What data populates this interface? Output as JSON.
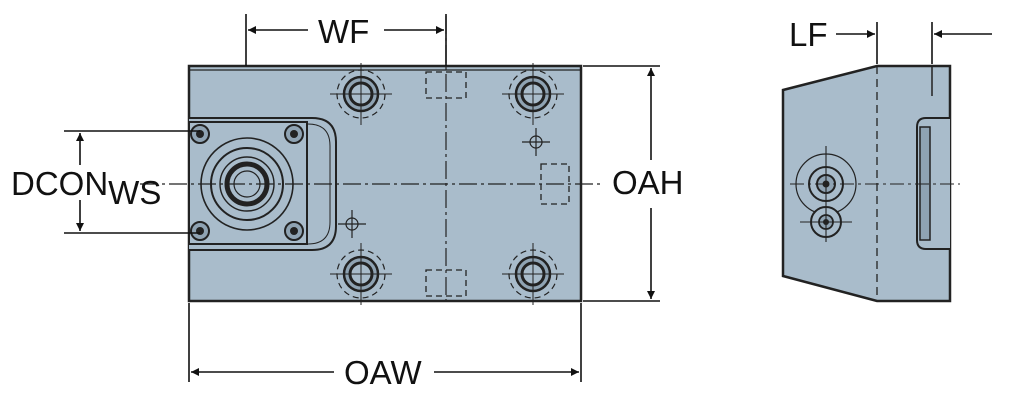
{
  "dimensions": {
    "wf": "WF",
    "lf": "LF",
    "dcon": "DCON",
    "dcon_suffix": "WS",
    "oah": "OAH",
    "oaw": "OAW"
  },
  "colors": {
    "body_fill": "#a9bccb",
    "outline": "#222222",
    "background": "#ffffff"
  }
}
